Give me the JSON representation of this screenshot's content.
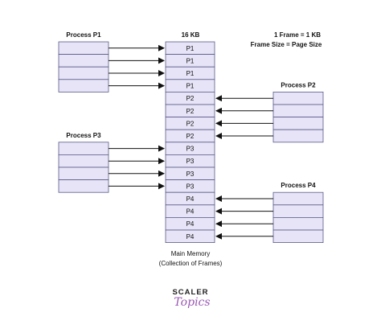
{
  "memory": {
    "size_label": "16 KB",
    "frames": [
      "P1",
      "P1",
      "P1",
      "P1",
      "P2",
      "P2",
      "P2",
      "P2",
      "P3",
      "P3",
      "P3",
      "P3",
      "P4",
      "P4",
      "P4",
      "P4"
    ],
    "caption_line1": "Main Memory",
    "caption_line2": "(Collection of Frames)"
  },
  "notes": {
    "line1": "1 Frame = 1 KB",
    "line2": "Frame Size = Page Size"
  },
  "processes": [
    {
      "label": "Process P1",
      "pages": 4,
      "side": "left",
      "first_frame": 0
    },
    {
      "label": "Process P2",
      "pages": 4,
      "side": "right",
      "first_frame": 4
    },
    {
      "label": "Process P3",
      "pages": 4,
      "side": "left",
      "first_frame": 8
    },
    {
      "label": "Process P4",
      "pages": 4,
      "side": "right",
      "first_frame": 12
    }
  ],
  "logo": {
    "line1": "SCALER",
    "line2": "Topics"
  },
  "colors": {
    "frame_fill": "#e6e4f6",
    "frame_stroke": "#5a5a8a",
    "page_fill": "#e6e4f6",
    "page_stroke": "#5a5a8a",
    "arrow": "#111111",
    "logo_accent": "#9b59b6"
  }
}
